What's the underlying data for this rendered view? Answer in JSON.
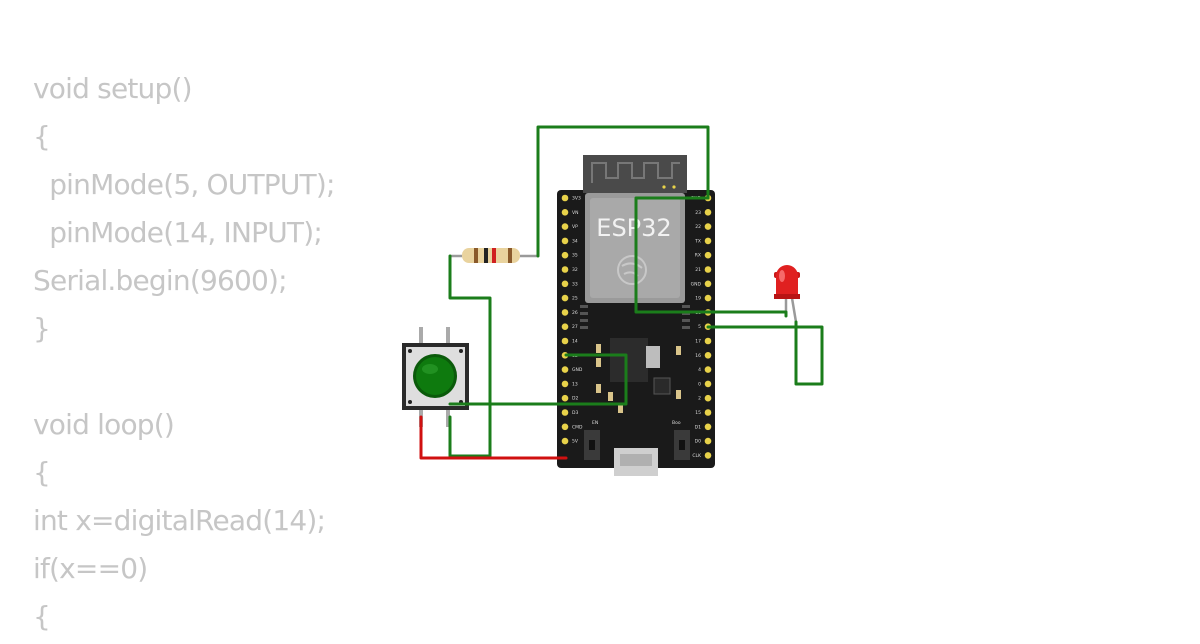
{
  "code_lines": [
    "void setup()",
    "{",
    "  pinMode(5, OUTPUT);",
    "  pinMode(14, INPUT);",
    "Serial.begin(9600);",
    "}",
    "",
    "void loop()",
    "{",
    "int x=digitalRead(14);",
    "if(x==0)",
    "{"
  ],
  "board": {
    "label": "ESP32",
    "en_label": "EN",
    "boot_label": "Boo",
    "left_pins": [
      "3V3",
      "VN",
      "VP",
      "34",
      "35",
      "32",
      "33",
      "25",
      "26",
      "27",
      "14",
      "12",
      "GND",
      "13",
      "D2",
      "D3",
      "CMD",
      "5V"
    ],
    "right_pins": [
      "GND",
      "23",
      "22",
      "TX",
      "RX",
      "21",
      "GND",
      "19",
      "18",
      "5",
      "17",
      "16",
      "4",
      "0",
      "2",
      "15",
      "D1",
      "D0",
      "CLK"
    ]
  },
  "colors": {
    "wire_signal": "#1b7d1b",
    "wire_power": "#d01010",
    "board": "#1a1a1a",
    "pin": "#e8d24a",
    "led": "#e02020",
    "button_cap": "#0e7a0e"
  }
}
